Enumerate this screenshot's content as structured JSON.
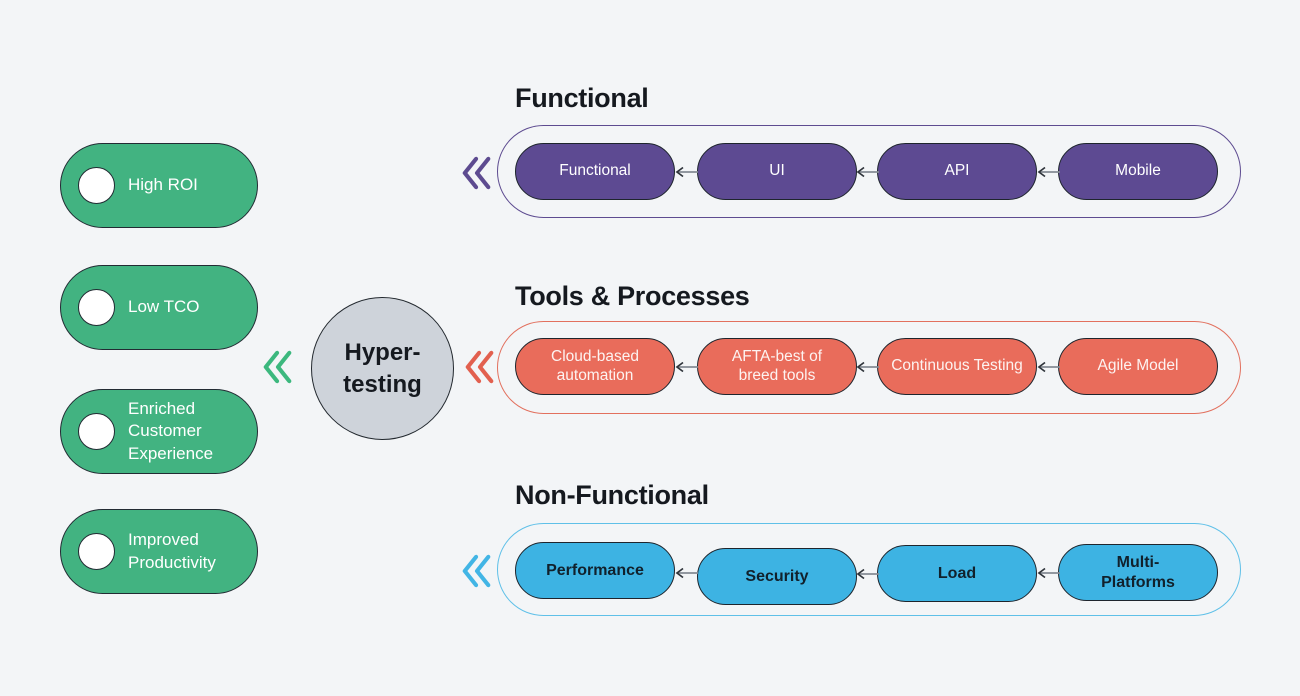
{
  "canvas": {
    "background": "#f3f5f7"
  },
  "hub": {
    "line1": "Hyper-",
    "line2": "testing",
    "fill": "#ced3da",
    "chevron_color": "#3cb87e"
  },
  "benefits": {
    "fill": "#42b381",
    "items": [
      {
        "label": "High ROI"
      },
      {
        "label": "Low TCO"
      },
      {
        "label": "Enriched Customer Experience"
      },
      {
        "label": "Improved Productivity"
      }
    ]
  },
  "rows": [
    {
      "title": "Functional",
      "pill_fill": "#5d4a92",
      "track_border": "#5d4b90",
      "chevron_color": "#5d4b90",
      "text_color": "#ffffff",
      "items": [
        {
          "label": "Functional"
        },
        {
          "label": "UI"
        },
        {
          "label": "API"
        },
        {
          "label": "Mobile"
        }
      ]
    },
    {
      "title": "Tools & Processes",
      "pill_fill": "#e96c5b",
      "track_border": "#e2705e",
      "chevron_color": "#e2604f",
      "text_color": "#ffffff",
      "items": [
        {
          "label": "Cloud-based automation"
        },
        {
          "label": "AFTA-best of breed tools"
        },
        {
          "label": "Continuous Testing"
        },
        {
          "label": "Agile Model"
        }
      ]
    },
    {
      "title": "Non-Functional",
      "pill_fill": "#3db3e3",
      "track_border": "#5fc0e8",
      "chevron_color": "#42b5e5",
      "text_color": "#11212c",
      "items": [
        {
          "label": "Performance"
        },
        {
          "label": "Security"
        },
        {
          "label": "Load"
        },
        {
          "label": "Multi-Platforms"
        }
      ]
    }
  ]
}
